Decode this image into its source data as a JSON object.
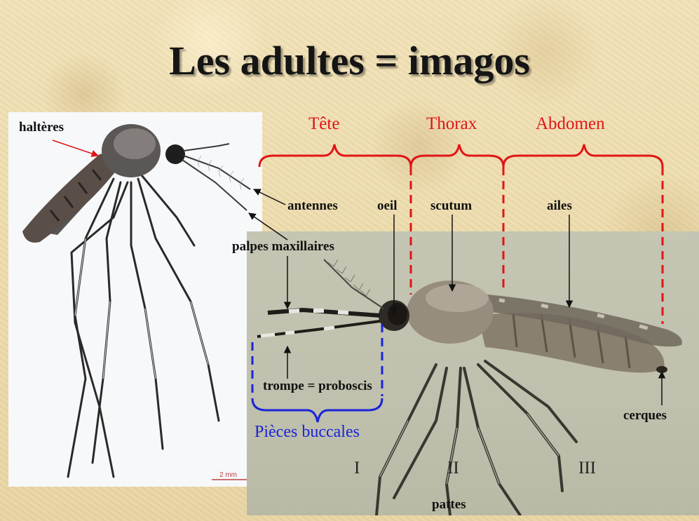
{
  "slide": {
    "title": "Les adultes = imagos"
  },
  "segments": {
    "tete": "Tête",
    "thorax": "Thorax",
    "abdomen": "Abdomen",
    "pieces_buccales": "Pièces buccales"
  },
  "labels": {
    "halteres": "haltères",
    "antennes": "antennes",
    "oeil": "oeil",
    "scutum": "scutum",
    "ailes": "ailes",
    "palpes": "palpes maxillaires",
    "trompe": "trompe = proboscis",
    "cerques": "cerques",
    "pattes": "pattes"
  },
  "legs": [
    "I",
    "II",
    "III"
  ],
  "scale_bar": "2 mm",
  "colors": {
    "segment_red": "#e01515",
    "segment_blue": "#1a24d8",
    "background": "#efe0b4",
    "right_photo_bg": "#c4c5b2"
  }
}
